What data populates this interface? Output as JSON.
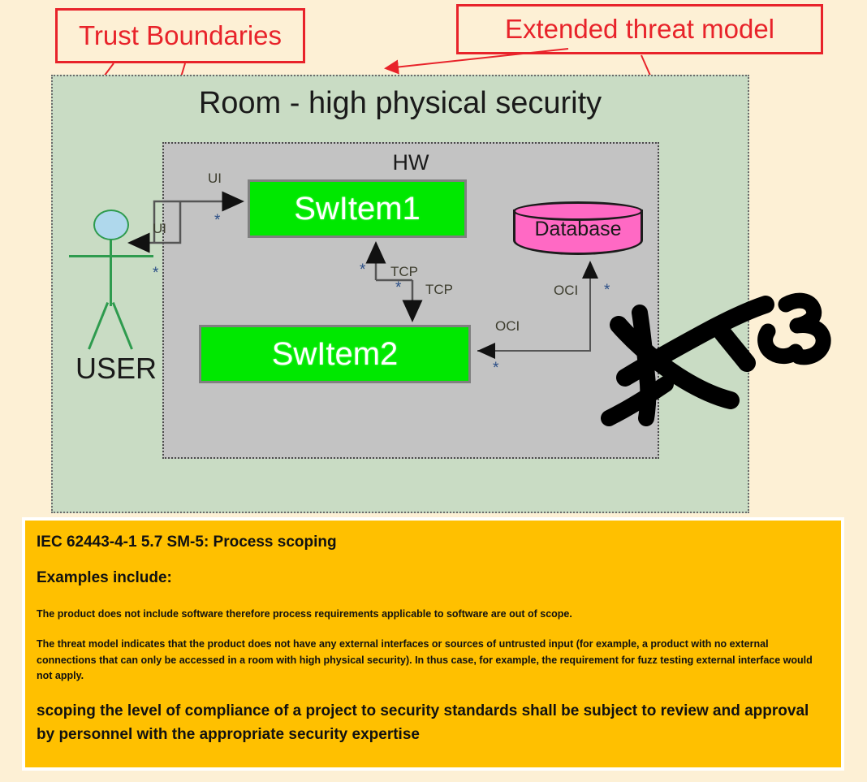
{
  "callouts": [
    {
      "id": "trust",
      "label": "Trust Boundaries"
    },
    {
      "id": "threat",
      "label": "Extended threat model"
    }
  ],
  "diagram": {
    "room_title": "Room - high physical security",
    "hw_title": "HW",
    "actor": {
      "label": "USER"
    },
    "nodes": {
      "sw_item_1": "SwItem1",
      "sw_item_2": "SwItem2",
      "database": "Database"
    },
    "connectors": [
      {
        "name": "ui-out",
        "label": "UI",
        "multiplicity": "*"
      },
      {
        "name": "ui-in",
        "label": "UI",
        "multiplicity": "*"
      },
      {
        "name": "tcp-up",
        "label": "TCP",
        "multiplicity": "*"
      },
      {
        "name": "tcp-down",
        "label": "TCP",
        "multiplicity": "*"
      },
      {
        "name": "oci-db",
        "label": "OCI",
        "multiplicity": "*"
      },
      {
        "name": "oci-sw2",
        "label": "OCI",
        "multiplicity": "*"
      }
    ],
    "multiplicity_symbol": "*"
  },
  "notes": {
    "heading": "IEC 62443-4-1 5.7 SM-5: Process scoping",
    "subheading": "Examples include:",
    "example_1": "The product does not include software therefore process requirements applicable to software are out of scope.",
    "example_2": "The threat model indicates that the product does not have any external interfaces or sources of untrusted input (for example, a product with no external connections that can only be accessed in a room with high physical security). In thus case, for example, the requirement for fuzz testing external interface would not apply.",
    "statement": "scoping the level of compliance of a project to security  standards shall be subject to review and approval by personnel with the appropriate security expertise"
  },
  "colors": {
    "page_background": "#FDF0D5",
    "callout_red": "#E8232A",
    "room_fill": "#C9DCC4",
    "hw_fill": "#C3C3C3",
    "software_green": "#00E800",
    "database_pink": "#FF69C4",
    "notes_amber": "#FFC000",
    "actor_green": "#2E9B4E",
    "actor_head_blue": "#AFD8EC"
  }
}
